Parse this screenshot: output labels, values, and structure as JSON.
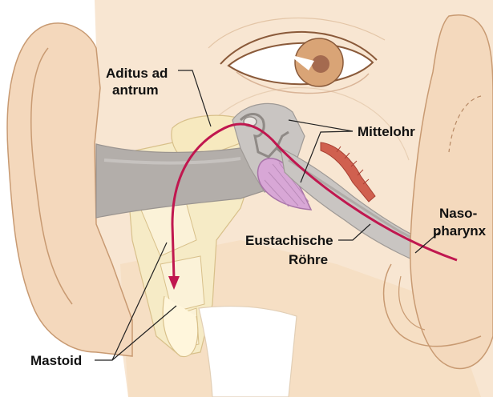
{
  "labels": {
    "aditus_line1": "Aditus ad",
    "aditus_line2": "antrum",
    "mittelohr": "Mittelohr",
    "naso_line1": "Naso-",
    "naso_line2": "pharynx",
    "eustachische_line1": "Eustachische",
    "eustachische_line2": "Röhre",
    "mastoid": "Mastoid"
  },
  "colors": {
    "skin": "#f5dcc0",
    "skin_dark": "#e8c09a",
    "outline": "#c89a72",
    "bone": "#f7ecc8",
    "bone_line": "#e2cf9e",
    "canal": "#a9a4a1",
    "canal_light": "#cfcbc8",
    "eardrum": "#d9a6d6",
    "tube_red": "#cf5a4e",
    "arrow": "#c0174f",
    "iris": "#d9a476",
    "pupil": "#a46a4f",
    "leader": "#222222"
  }
}
